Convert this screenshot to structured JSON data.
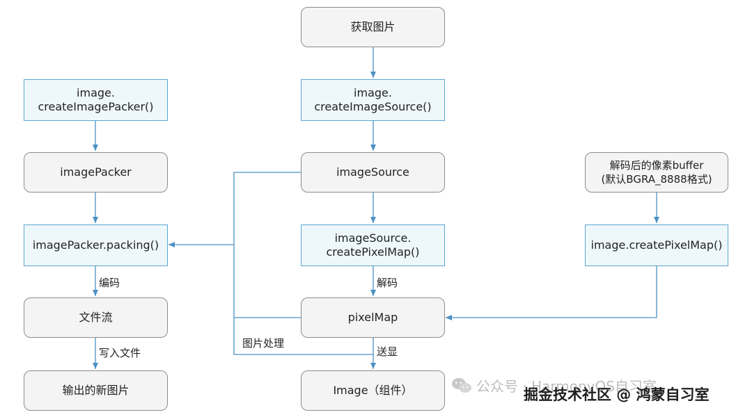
{
  "nodes": {
    "get_image": "获取图片",
    "create_packer": [
      "image.",
      "createImagePacker()"
    ],
    "create_source": [
      "image.",
      "createImageSource()"
    ],
    "image_packer": "imagePacker",
    "image_source": "imageSource",
    "decoded_buffer": [
      "解码后的像素buffer",
      "(默认BGRA_8888格式)"
    ],
    "packing": "imagePacker.packing()",
    "create_pixelmap_source": [
      "imageSource.",
      "createPixelMap()"
    ],
    "create_pixelmap": "image.createPixelMap()",
    "file_stream": "文件流",
    "pixelmap": "pixelMap",
    "new_image": "输出的新图片",
    "image_component": "Image（组件）"
  },
  "edge_labels": {
    "encode": "编码",
    "decode": "解码",
    "write_file": "写入文件",
    "image_processing": "图片处理",
    "display": "送显"
  },
  "watermark": {
    "wechat": "公众号 · HarmonyOS自习室",
    "site": "掘金技术社区 @ 鸿蒙自习室"
  },
  "colors": {
    "arrow": "#4a90c4",
    "gray_fill": "#f4f4f4",
    "gray_border": "#8c8c8c",
    "blue_fill": "#eef8fb",
    "blue_border": "#58a6d2"
  }
}
